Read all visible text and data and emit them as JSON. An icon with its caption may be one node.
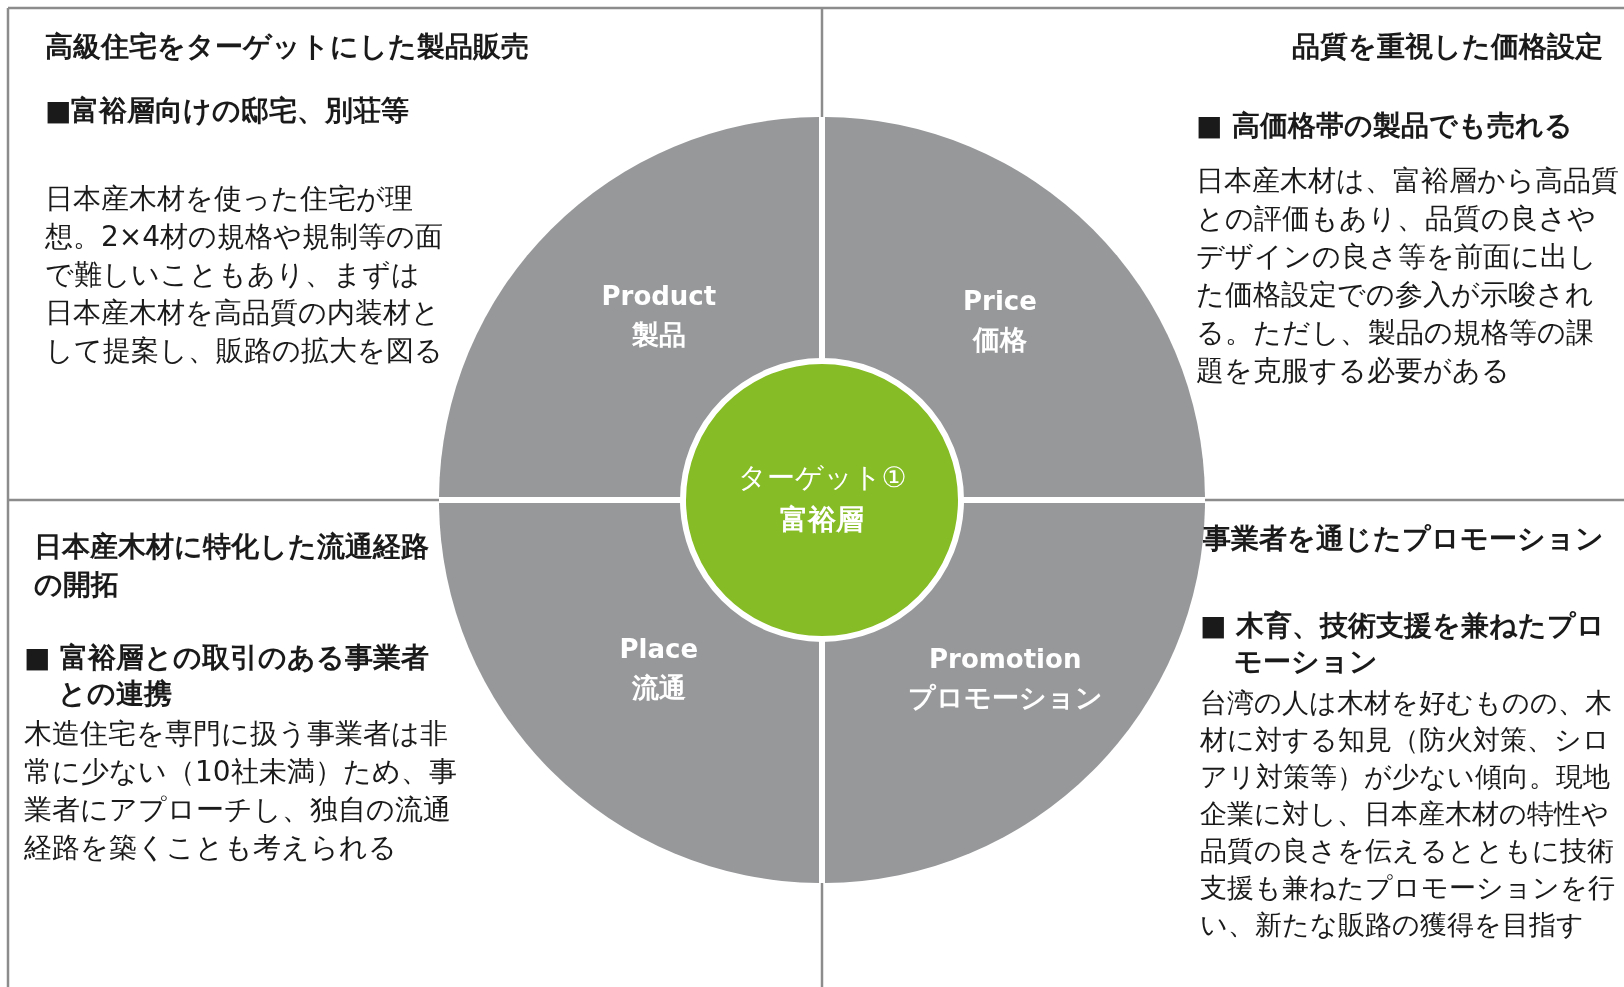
{
  "diagram": {
    "nodes": [
      {
        "text": [
          "Product",
          "製品"
        ]
      },
      {
        "text": [
          "Price",
          "価格"
        ]
      },
      {
        "text": [
          "ターゲット①",
          "富裕層"
        ]
      },
      {
        "text": [
          "Place",
          "流通"
        ]
      },
      {
        "text": [
          "Promotion",
          "プロモーション"
        ]
      }
    ],
    "labels": [
      "高級住宅をターゲットにした製品販売",
      "■富裕層向けの邸宅、別荘等",
      "日本産木材を使った住宅が理想。2×4材の規格や規制等の面で難しいこともあり、まずは日本産木材を高品質の内装材として提案し、販路の拡大を図る",
      "品質を重視した価格設定",
      "■ 高価格帯の製品でも売れる",
      "日本産木材は、富裕層から高品質との評価もあり、品質の良さやデザインの良さ等を前面に出した価格設定での参入が示唆される。ただし、製品の規格等の課題を克服する必要がある",
      "日本産木材に特化した流通経路の開拓",
      "■ 富裕層との取引のある事業者との連携",
      "木造住宅を専門に扱う事業者は非常に少ない（10社未満）ため、事業者にアプローチし、独自の流通経路を築くことも考えられる",
      "事業者を通じたプロモーション",
      "■ 木育、技術支援を兼ねたプロモーション",
      "台湾の人は木材を好むものの、木材に対する知見（防火対策、シロアリ対策等）が少ない傾向。現地企業に対し、日本産木材の特性や品質の良さを伝えるとともに技術支援も兼ねたプロモーションを行い、新たな販路の獲得を目指す"
    ]
  }
}
